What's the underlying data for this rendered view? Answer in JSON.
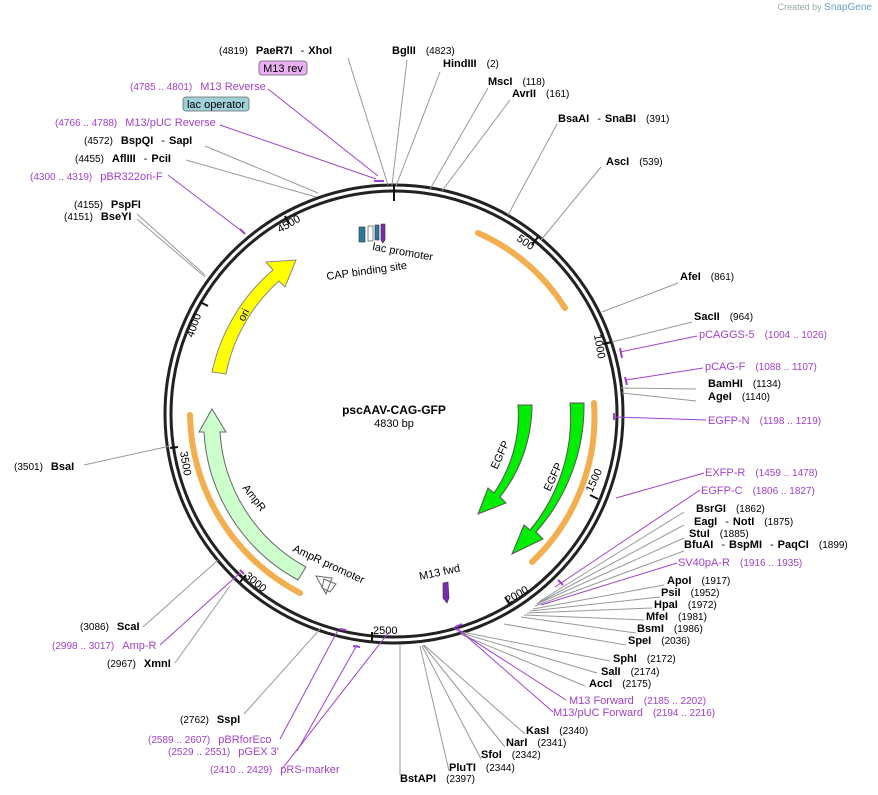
{
  "credit": {
    "prefix": "Created by",
    "brand": "SnapGene"
  },
  "plasmid": {
    "name": "pscAAV-CAG-GFP",
    "length_label": "4830 bp",
    "length": 4830
  },
  "ticks": [
    "500",
    "1000",
    "1500",
    "2000",
    "2500",
    "3000",
    "3500",
    "4000",
    "4500"
  ],
  "enzymes": [
    {
      "name": "PaeR7I",
      "name2": "XhoI",
      "pos": "(4819)"
    },
    {
      "name": "BglII",
      "pos": "(4823)"
    },
    {
      "name": "HindIII",
      "pos": "(2)"
    },
    {
      "name": "MscI",
      "pos": "(118)"
    },
    {
      "name": "AvrII",
      "pos": "(161)"
    },
    {
      "name": "BsaAI",
      "name2": "SnaBI",
      "pos": "(391)"
    },
    {
      "name": "AscI",
      "pos": "(539)"
    },
    {
      "name": "AfeI",
      "pos": "(861)"
    },
    {
      "name": "SacII",
      "pos": "(964)"
    },
    {
      "name": "BamHI",
      "pos": "(1134)"
    },
    {
      "name": "AgeI",
      "pos": "(1140)"
    },
    {
      "name": "BsrGI",
      "pos": "(1862)"
    },
    {
      "name": "EagI",
      "name2": "NotI",
      "pos": "(1875)"
    },
    {
      "name": "StuI",
      "pos": "(1885)"
    },
    {
      "name": "BfuAI",
      "name2": "BspMI",
      "name3": "PaqCI",
      "pos": "(1899)"
    },
    {
      "name": "ApoI",
      "pos": "(1917)"
    },
    {
      "name": "PsiI",
      "pos": "(1952)"
    },
    {
      "name": "HpaI",
      "pos": "(1972)"
    },
    {
      "name": "MfeI",
      "pos": "(1981)"
    },
    {
      "name": "BsmI",
      "pos": "(1986)"
    },
    {
      "name": "SpeI",
      "pos": "(2036)"
    },
    {
      "name": "SphI",
      "pos": "(2172)"
    },
    {
      "name": "SalI",
      "pos": "(2174)"
    },
    {
      "name": "AccI",
      "pos": "(2175)"
    },
    {
      "name": "KasI",
      "pos": "(2340)"
    },
    {
      "name": "NarI",
      "pos": "(2341)"
    },
    {
      "name": "SfoI",
      "pos": "(2342)"
    },
    {
      "name": "PluTI",
      "pos": "(2344)"
    },
    {
      "name": "BstAPI",
      "pos": "(2397)"
    },
    {
      "name": "SspI",
      "pos": "(2762)"
    },
    {
      "name": "XmnI",
      "pos": "(2967)"
    },
    {
      "name": "ScaI",
      "pos": "(3086)"
    },
    {
      "name": "BsaI",
      "pos": "(3501)"
    },
    {
      "name": "BseYI",
      "pos": "(4151)"
    },
    {
      "name": "PspFI",
      "pos": "(4155)"
    },
    {
      "name": "AflIII",
      "name2": "PciI",
      "pos": "(4455)"
    },
    {
      "name": "BspQI",
      "name2": "SapI",
      "pos": "(4572)"
    }
  ],
  "primers": [
    {
      "name": "M13 Reverse",
      "range": "(4785 .. 4801)"
    },
    {
      "name": "M13/pUC Reverse",
      "range": "(4766 .. 4788)"
    },
    {
      "name": "pBR322ori-F",
      "range": "(4300 .. 4319)"
    },
    {
      "name": "pCAGGS-5",
      "range": "(1004 .. 1026)"
    },
    {
      "name": "pCAG-F",
      "range": "(1088 .. 1107)"
    },
    {
      "name": "EGFP-N",
      "range": "(1198 .. 1219)"
    },
    {
      "name": "EXFP-R",
      "range": "(1459 .. 1478)"
    },
    {
      "name": "EGFP-C",
      "range": "(1806 .. 1827)"
    },
    {
      "name": "SV40pA-R",
      "range": "(1916 .. 1935)"
    },
    {
      "name": "M13 Forward",
      "range": "(2185 .. 2202)"
    },
    {
      "name": "M13/pUC Forward",
      "range": "(2194 .. 2216)"
    },
    {
      "name": "Amp-R",
      "range": "(2998 .. 3017)"
    },
    {
      "name": "pBRforEco",
      "range": "(2589 .. 2607)"
    },
    {
      "name": "pGEX 3'",
      "range": "(2529 .. 2551)"
    },
    {
      "name": "pRS-marker",
      "range": "(2410 .. 2429)"
    }
  ],
  "features": [
    {
      "name": "ori",
      "color": "#ffff00"
    },
    {
      "name": "AmpR",
      "color": "#ccffcc"
    },
    {
      "name": "AmpR promoter",
      "color": "#ffffff"
    },
    {
      "name": "EGFP",
      "color": "#00ee00"
    },
    {
      "name": "EGFP",
      "color": "#00ee00"
    },
    {
      "name": "lac promoter",
      "color": "#ffffff"
    },
    {
      "name": "CAP binding site",
      "color": "#2a7a9a"
    },
    {
      "name": "M13 fwd",
      "color": "#7a2ab0"
    }
  ],
  "boxes": {
    "m13rev": {
      "label": "M13 rev",
      "color": "#e8b0f0"
    },
    "lacop": {
      "label": "lac operator",
      "color": "#a0d0d8"
    }
  },
  "colors": {
    "enzyme": "#000000",
    "primer": "#a040d0",
    "orange": "#f0a030"
  }
}
